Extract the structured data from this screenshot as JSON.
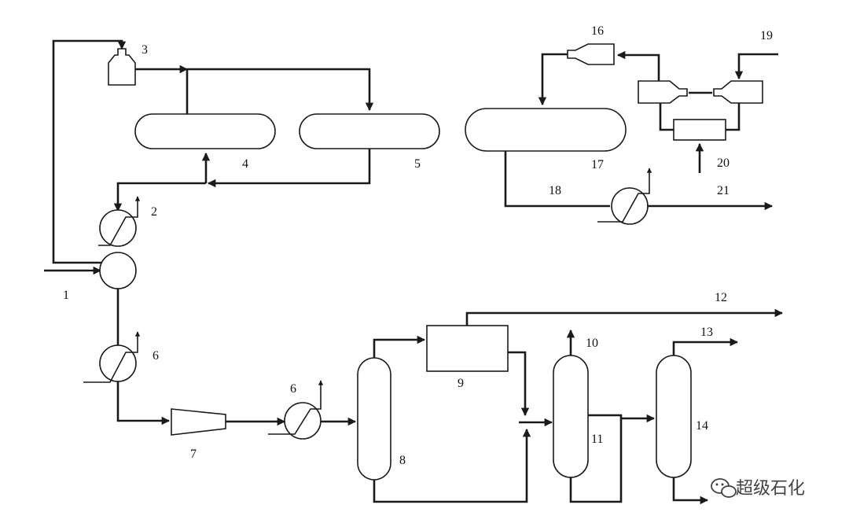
{
  "labels": {
    "n1": "1",
    "n2": "2",
    "n3": "3",
    "n4": "4",
    "n5": "5",
    "n6a": "6",
    "n6b": "6",
    "n7": "7",
    "n8": "8",
    "n9": "9",
    "n10": "10",
    "n11": "11",
    "n12": "12",
    "n13": "13",
    "n14": "14",
    "n16": "16",
    "n17": "17",
    "n18": "18",
    "n19": "19",
    "n20": "20",
    "n21": "21"
  },
  "watermark": {
    "text": "超级石化",
    "icon": "wechat-icon"
  }
}
